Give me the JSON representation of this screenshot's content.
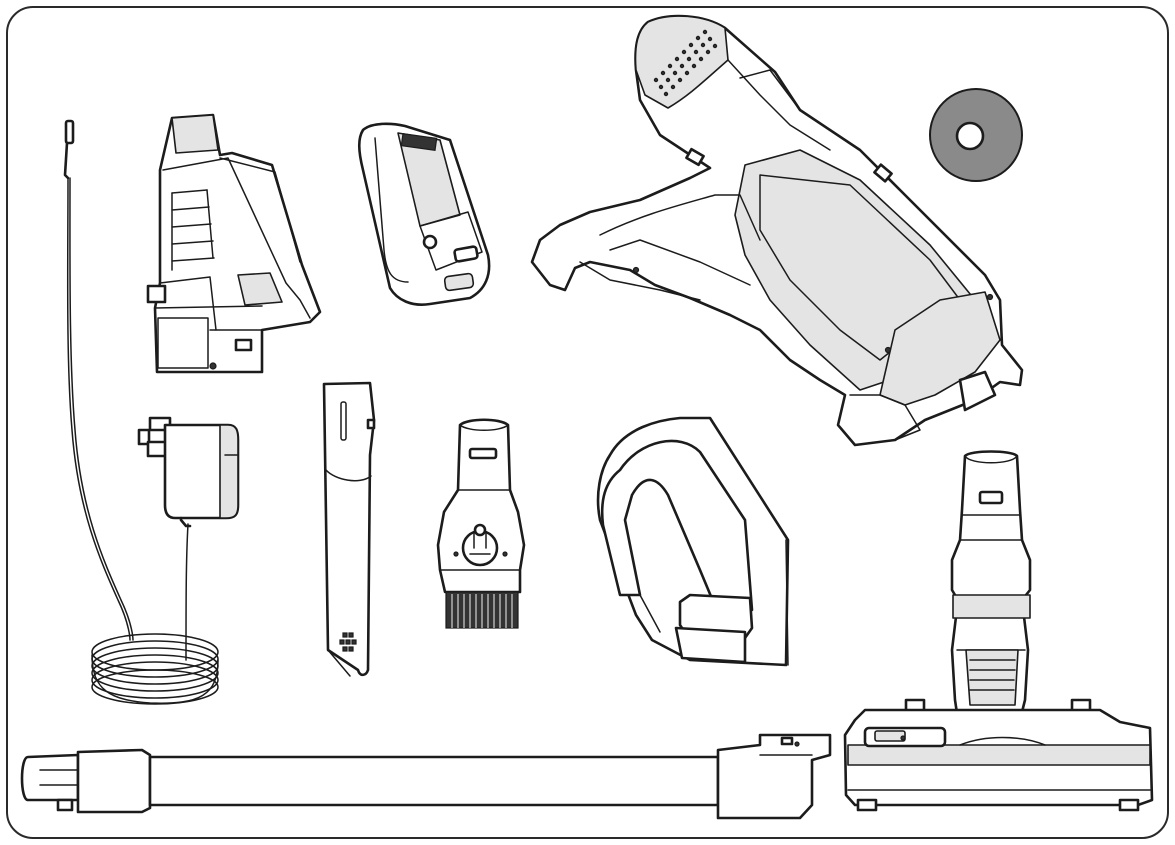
{
  "components": [
    {
      "id": "charging-cable",
      "icon": "cable-icon"
    },
    {
      "id": "dust-bin",
      "icon": "dust-bin-icon"
    },
    {
      "id": "battery-pack",
      "icon": "battery-icon"
    },
    {
      "id": "main-handheld-unit",
      "icon": "vacuum-body-icon"
    },
    {
      "id": "filter-disc",
      "icon": "filter-disc-icon"
    },
    {
      "id": "charging-adapter",
      "icon": "power-adapter-icon"
    },
    {
      "id": "crevice-tool",
      "icon": "crevice-tool-icon"
    },
    {
      "id": "brush-tool",
      "icon": "brush-tool-icon"
    },
    {
      "id": "wall-mount-bracket",
      "icon": "wall-bracket-icon"
    },
    {
      "id": "floor-head",
      "icon": "floor-head-icon"
    },
    {
      "id": "extension-tube",
      "icon": "extension-tube-icon"
    }
  ],
  "colors": {
    "outline": "#1c1c1c",
    "fill": "#ffffff",
    "shade": "#e4e4e4",
    "filter": "#8a8a8a"
  }
}
